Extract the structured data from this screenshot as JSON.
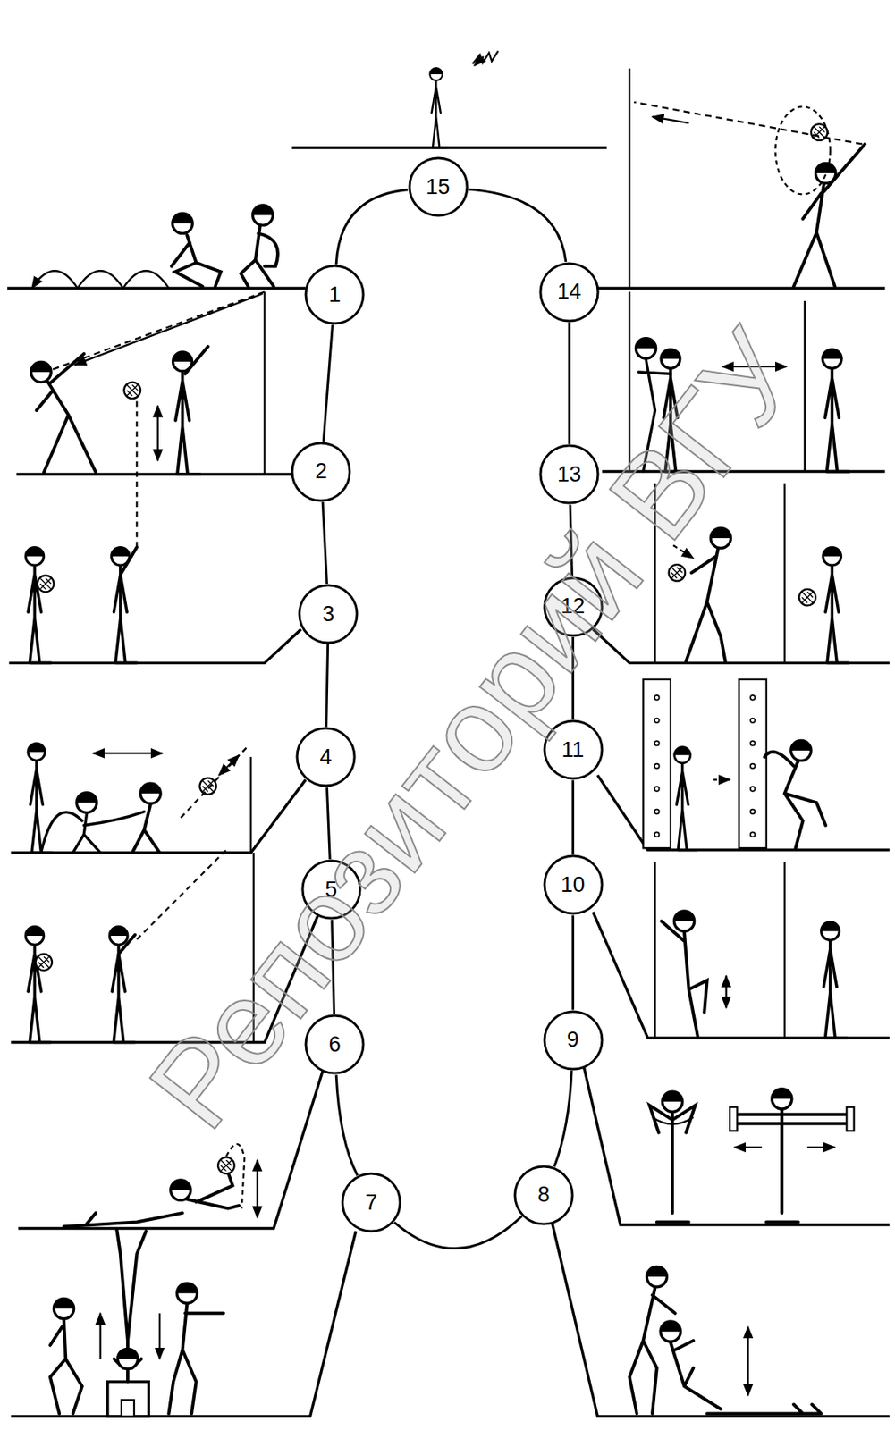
{
  "diagram": {
    "nodes": [
      {
        "text": [
          "1"
        ]
      },
      {
        "text": [
          "2"
        ]
      },
      {
        "text": [
          "3"
        ]
      },
      {
        "text": [
          "4"
        ]
      },
      {
        "text": [
          "5"
        ]
      },
      {
        "text": [
          "6"
        ]
      },
      {
        "text": [
          "7"
        ]
      },
      {
        "text": [
          "8"
        ]
      },
      {
        "text": [
          "9"
        ]
      },
      {
        "text": [
          "10"
        ]
      },
      {
        "text": [
          "11"
        ]
      },
      {
        "text": [
          "12"
        ]
      },
      {
        "text": [
          "13"
        ]
      },
      {
        "text": [
          "14"
        ]
      },
      {
        "text": [
          "15"
        ]
      }
    ],
    "edges": [
      {
        "from": 0,
        "to": 1,
        "arrow": "none"
      },
      {
        "from": 1,
        "to": 2,
        "arrow": "none"
      },
      {
        "from": 2,
        "to": 3,
        "arrow": "none"
      },
      {
        "from": 3,
        "to": 4,
        "arrow": "none"
      },
      {
        "from": 4,
        "to": 5,
        "arrow": "none"
      },
      {
        "from": 5,
        "to": 6,
        "arrow": "none"
      },
      {
        "from": 6,
        "to": 7,
        "arrow": "none"
      },
      {
        "from": 7,
        "to": 8,
        "arrow": "none"
      },
      {
        "from": 8,
        "to": 9,
        "arrow": "none"
      },
      {
        "from": 9,
        "to": 10,
        "arrow": "none"
      },
      {
        "from": 10,
        "to": 11,
        "arrow": "none"
      },
      {
        "from": 11,
        "to": 12,
        "arrow": "none"
      },
      {
        "from": 12,
        "to": 13,
        "arrow": "none"
      },
      {
        "from": 13,
        "to": 14,
        "arrow": "none"
      },
      {
        "from": 14,
        "to": 0,
        "arrow": "none"
      }
    ],
    "labels": [
      "Репозиторий ВГУ"
    ]
  }
}
